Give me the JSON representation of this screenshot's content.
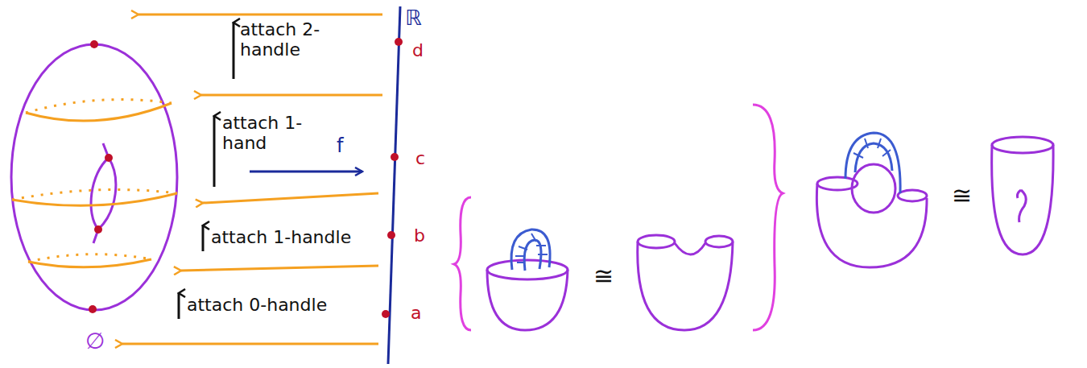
{
  "diagram": {
    "labels": [
      "ℝ",
      "d",
      "c",
      "b",
      "a",
      "attach 2-handle",
      "attach 1-hand",
      "f",
      "attach 1-handle",
      "attach 0-handle",
      "∅",
      "≅",
      "≅"
    ]
  }
}
